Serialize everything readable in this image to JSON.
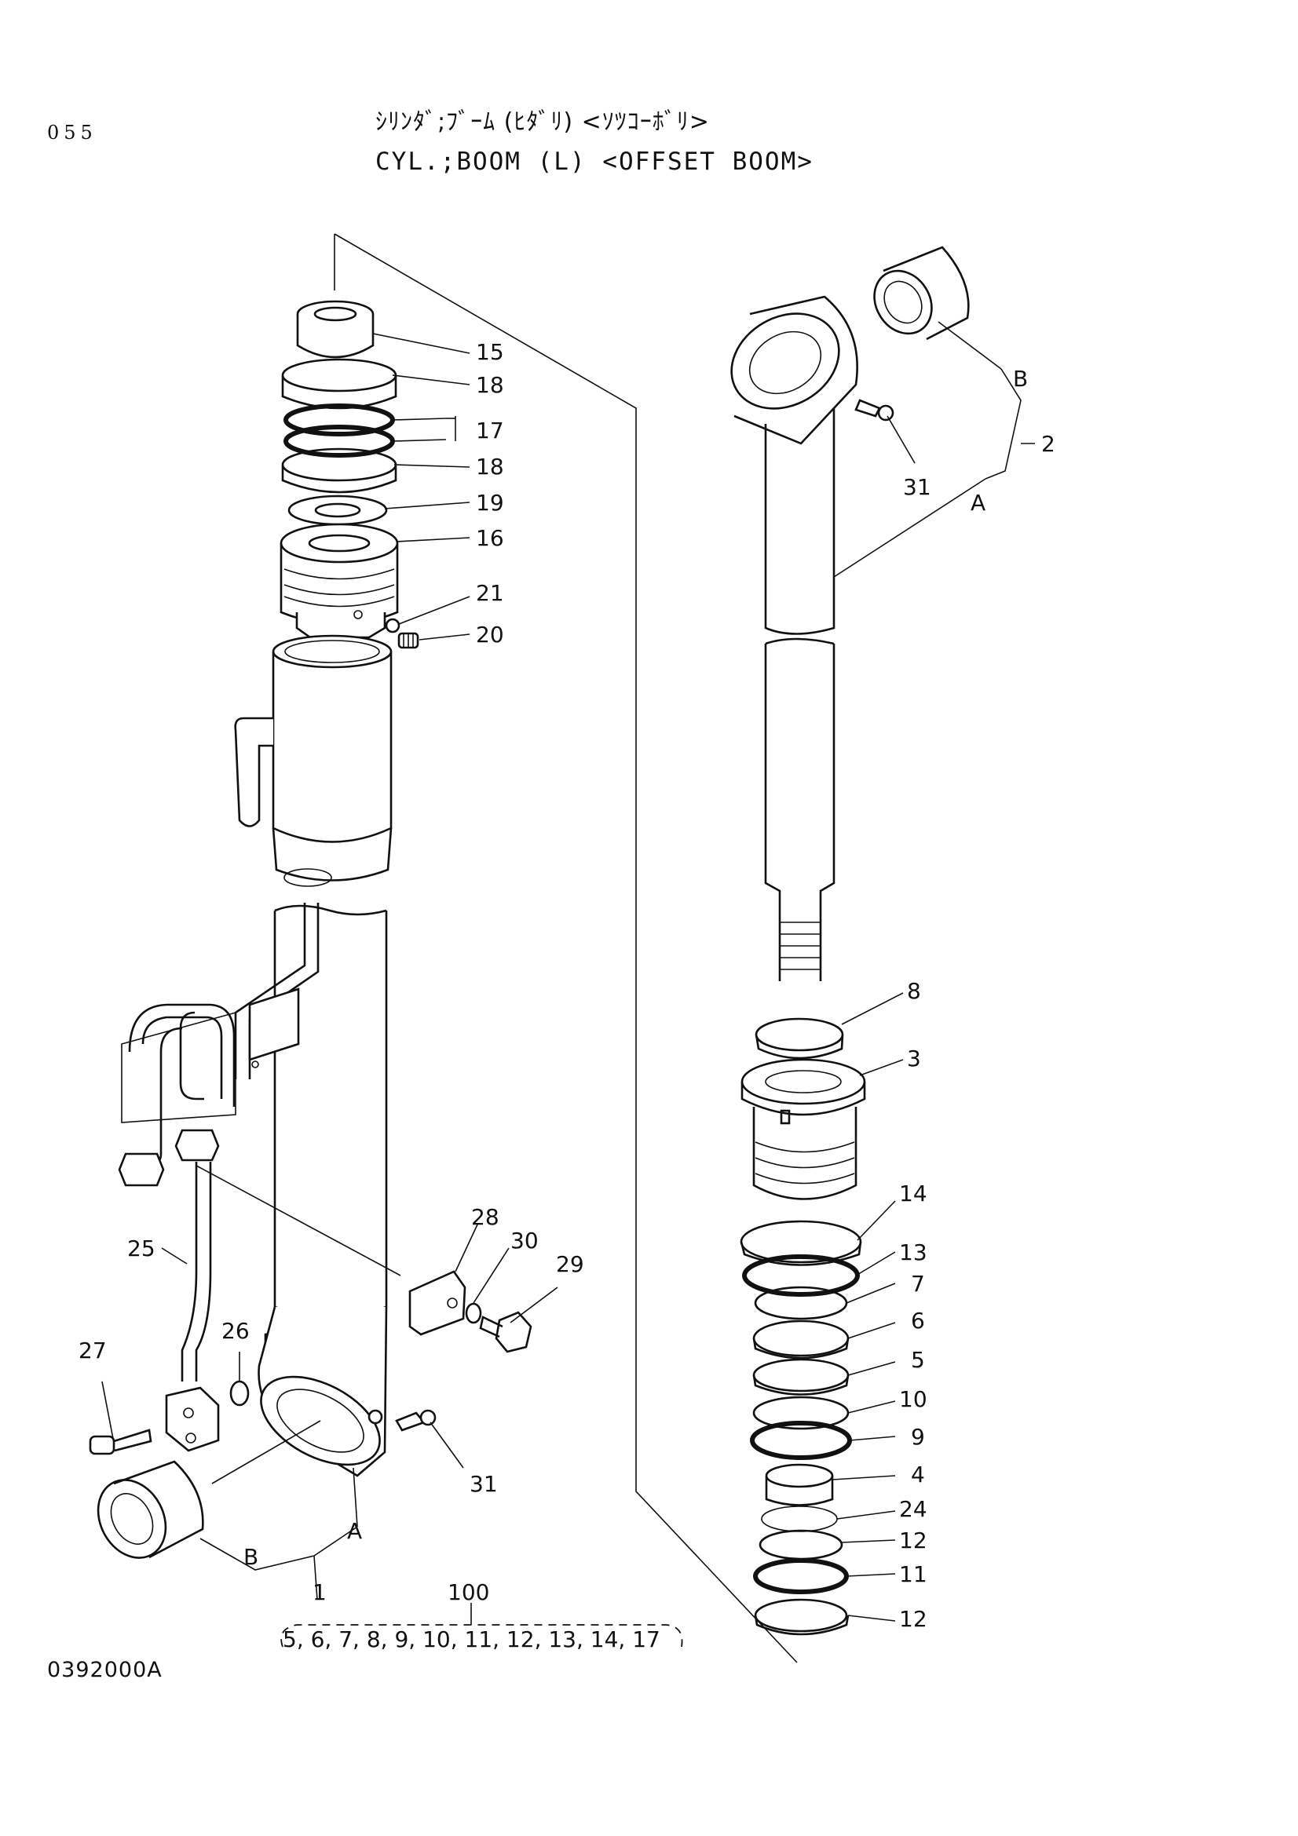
{
  "header": {
    "page_number": "055",
    "title_jp": "ｼﾘﾝﾀﾞ;ﾌﾞｰﾑ (ﾋﾀﾞﾘ) <ｿﾂｺｰﾎﾞﾘ>",
    "title_en": "CYL.;BOOM (L) <OFFSET BOOM>"
  },
  "footer": {
    "drawing_code": "0392000A"
  },
  "callouts": {
    "c15": "15",
    "c18a": "18",
    "c17": "17",
    "c18b": "18",
    "c19": "19",
    "c16": "16",
    "c21": "21",
    "c20": "20",
    "c28": "28",
    "c30": "30",
    "c29": "29",
    "c25": "25",
    "c26": "26",
    "c27": "27",
    "c31a": "31",
    "cA_left": "A",
    "cB_left": "B",
    "c1": "1",
    "cB_right": "B",
    "c2": "2",
    "c31b": "31",
    "cA_right": "A",
    "c8": "8",
    "c3": "3",
    "c14": "14",
    "c13": "13",
    "c7": "7",
    "c6": "6",
    "c5": "5",
    "c10": "10",
    "c9": "9",
    "c4": "4",
    "c24": "24",
    "c12a": "12",
    "c11": "11",
    "c12b": "12"
  },
  "kit": {
    "number": "100",
    "contents": "5, 6, 7, 8, 9, 10, 11, 12, 13, 14, 17"
  }
}
